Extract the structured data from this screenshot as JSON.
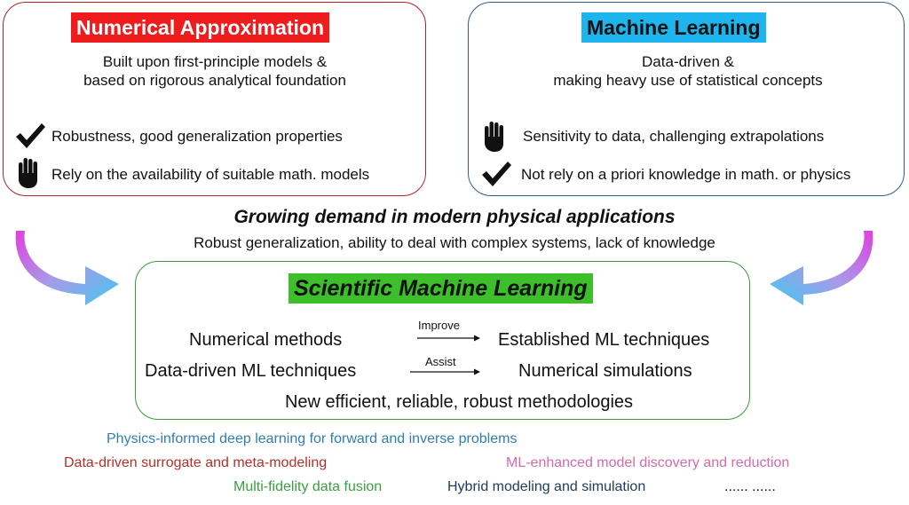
{
  "numerical_approximation": {
    "title": "Numerical Approximation",
    "subtitle_line1": "Built upon first-principle models &",
    "subtitle_line2": "based on rigorous analytical foundation",
    "pro": "Robustness, good generalization properties",
    "con": "Rely on the availability of suitable math. models"
  },
  "machine_learning": {
    "title": "Machine Learning",
    "subtitle_line1": "Data-driven &",
    "subtitle_line2": "making heavy use of statistical concepts",
    "con": "Sensitivity to data, challenging extrapolations",
    "pro": "Not rely on a priori knowledge in math. or physics"
  },
  "demand": {
    "heading": "Growing demand in modern physical applications",
    "detail": "Robust generalization, ability to deal with complex systems, lack of knowledge"
  },
  "scientific_ml": {
    "title": "Scientific Machine Learning",
    "row1": {
      "left": "Numerical methods",
      "arrow_label": "Improve",
      "right": "Established ML techniques"
    },
    "row2": {
      "left": "Data-driven ML techniques",
      "arrow_label": "Assist",
      "right": "Numerical simulations"
    },
    "conclusion": "New efficient, reliable, robust methodologies"
  },
  "applications": [
    {
      "text": "Physics-informed deep learning for forward and inverse problems",
      "color": "#2f7fb0"
    },
    {
      "text": "Data-driven surrogate and meta-modeling",
      "color": "#b5302a"
    },
    {
      "text": "ML-enhanced model discovery and reduction",
      "color": "#d86aa8"
    },
    {
      "text": "Multi-fidelity data fusion",
      "color": "#3aa040"
    },
    {
      "text": "Hybrid modeling and simulation",
      "color": "#1f3b5a"
    },
    {
      "text": "...... ......",
      "color": "#111111"
    }
  ],
  "colors": {
    "na_accent": "#ee1c1c",
    "ml_accent": "#1eb4ee",
    "sml_accent": "#3cbf2a",
    "curved_arrow_gradient": [
      "#e040e0",
      "#9a9ae8",
      "#40c8f0"
    ]
  },
  "icons": {
    "pro": "checkmark-icon",
    "con": "hand-stop-icon"
  }
}
